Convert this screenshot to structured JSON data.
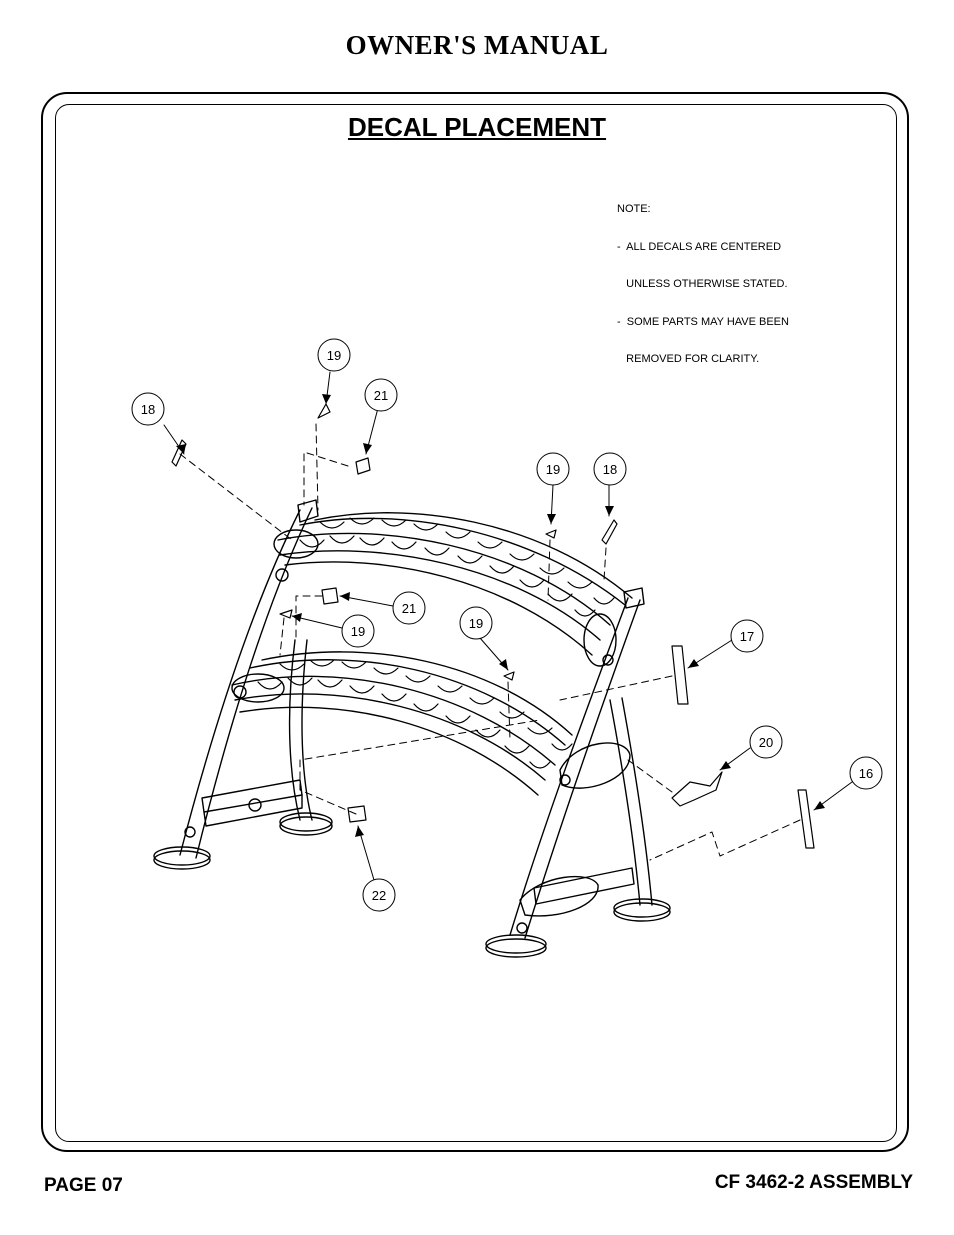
{
  "header": {
    "title": "OWNER'S MANUAL"
  },
  "section": {
    "title": "DECAL PLACEMENT"
  },
  "note": {
    "lines": [
      "NOTE:",
      "-  ALL DECALS ARE CENTERED",
      "   UNLESS OTHERWISE STATED.",
      "-  SOME PARTS MAY HAVE BEEN",
      "   REMOVED FOR CLARITY."
    ]
  },
  "callouts": [
    "19",
    "21",
    "18",
    "19",
    "18",
    "21",
    "19",
    "19",
    "17",
    "20",
    "16",
    "22"
  ],
  "footer": {
    "page": "PAGE 07",
    "model": "CF 3462-2 ASSEMBLY"
  }
}
